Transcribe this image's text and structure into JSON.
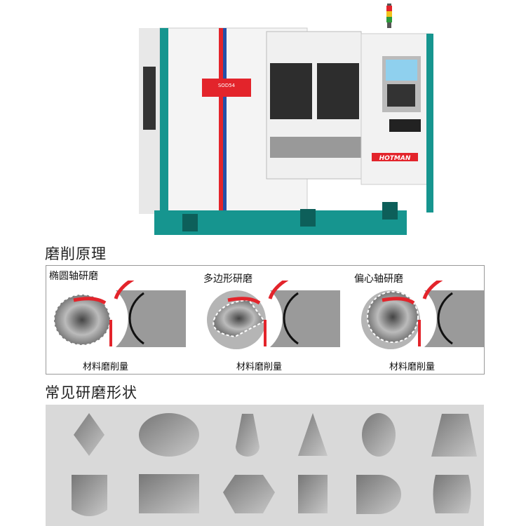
{
  "machine": {
    "model_plate": "SOD54",
    "brand": "HOTMAN"
  },
  "principle": {
    "title": "磨削原理",
    "panels": [
      {
        "label": "椭圆轴研磨",
        "caption": "材料磨削量"
      },
      {
        "label": "多边形研磨",
        "caption": "材料磨削量"
      },
      {
        "label": "偏心轴研磨",
        "caption": "材料磨削量"
      }
    ]
  },
  "shapes": {
    "title": "常见研磨形状"
  },
  "colors": {
    "teal": "#16958f",
    "red": "#e3242b",
    "blue": "#2450a8",
    "panel": "#d9d9d9"
  }
}
